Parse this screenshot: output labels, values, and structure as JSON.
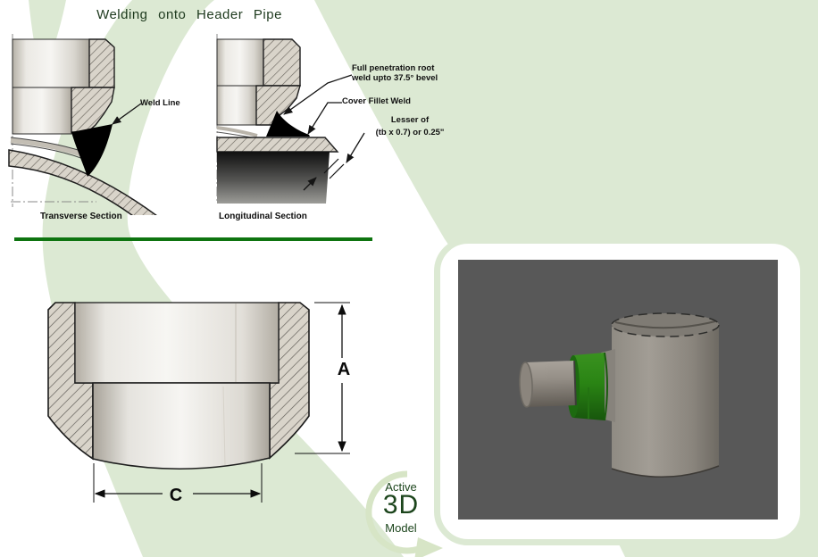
{
  "title": "Welding onto Header Pipe",
  "transverse": {
    "caption": "Transverse Section",
    "weld_line_label": "Weld Line"
  },
  "longitudinal": {
    "caption": "Longitudinal Section",
    "root_weld_line1": "Full penetration root",
    "root_weld_line2": "weld upto 37.5° bevel",
    "cover_fillet_label": "Cover Fillet Weld",
    "lesser_line1": "Lesser of",
    "lesser_line2": "(tb x 0.7) or 0.25\""
  },
  "front_view": {
    "dim_a": "A",
    "dim_c": "C"
  },
  "badge_3d": {
    "word1": "Active",
    "word2": "3D",
    "word3": "Model"
  },
  "colors": {
    "swoosh_green": "#dce9d3",
    "divider_green": "#0e7410",
    "title_green": "#1e3a1e",
    "badge_text_green": "#1c451c",
    "weld_collar_green": "#2a8414",
    "viewport_gray": "#585858",
    "weld_fill": "#000000"
  }
}
